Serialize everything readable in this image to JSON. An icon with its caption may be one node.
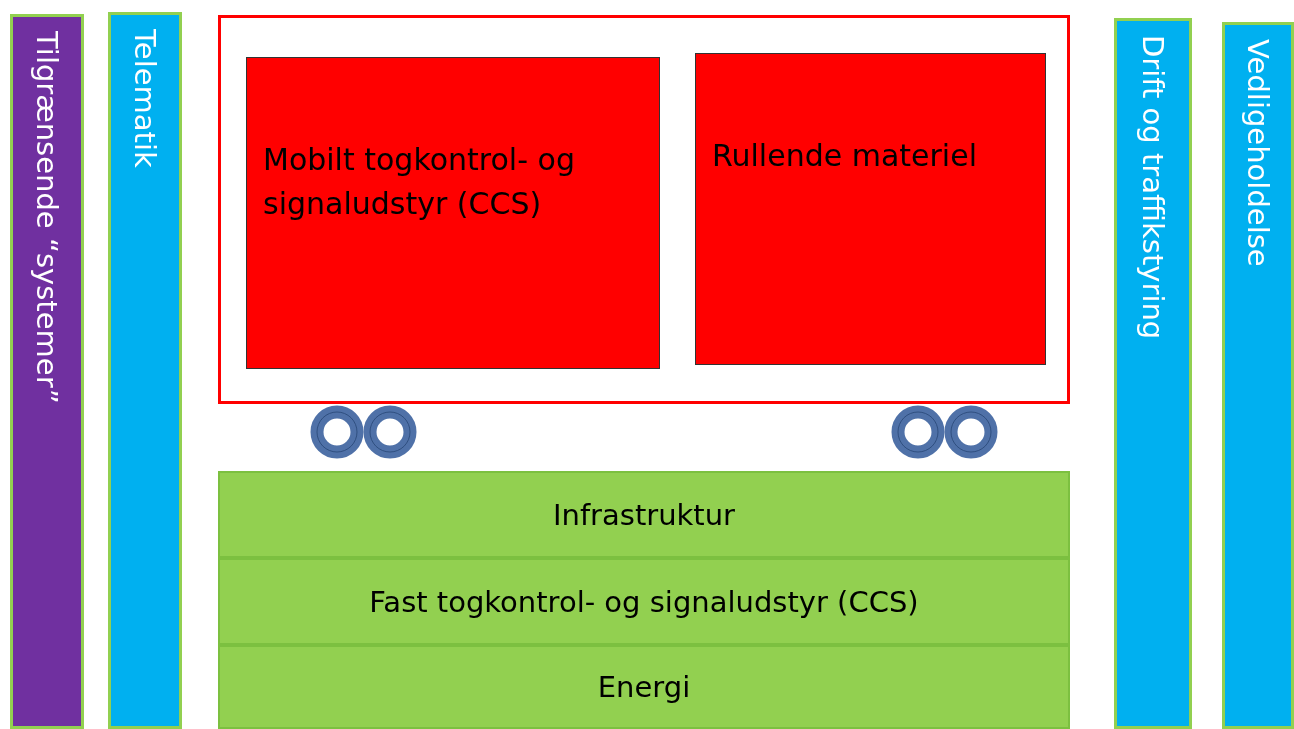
{
  "diagram": {
    "nodes": [
      {
        "text": [
          "Tilgrænsende “systemer”"
        ]
      },
      {
        "text": [
          "Telematik"
        ]
      },
      {
        "text": [],
        "shape": "box"
      },
      {
        "text": [
          "Mobilt togkontrol- og signaludstyr (CCS)"
        ],
        "in": 2
      },
      {
        "text": [
          "Rullende materiel"
        ],
        "in": 2
      },
      {
        "text": [
          "Infrastruktur"
        ]
      },
      {
        "text": [
          "Fast togkontrol- og signaludstyr (CCS)"
        ]
      },
      {
        "text": [
          "Energi"
        ]
      },
      {
        "text": [
          "Drift og traffikstyring"
        ]
      },
      {
        "text": [
          "Vedligeholdelse"
        ]
      }
    ]
  }
}
